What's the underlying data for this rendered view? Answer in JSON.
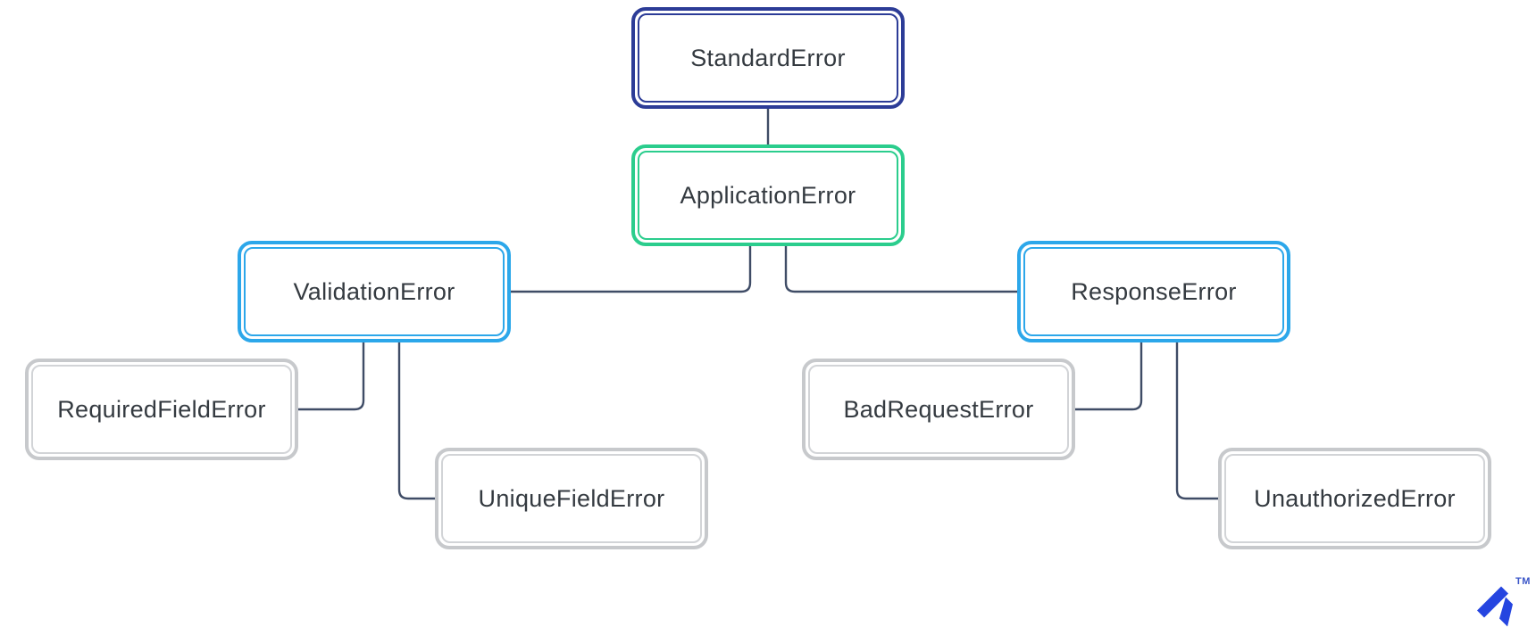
{
  "diagram": {
    "type": "class-hierarchy",
    "nodes": {
      "standard": {
        "label": "StandardError",
        "border_color": "#2c3c97"
      },
      "application": {
        "label": "ApplicationError",
        "border_color": "#2bcd8d"
      },
      "validation": {
        "label": "ValidationError",
        "border_color": "#2ca7ea"
      },
      "response": {
        "label": "ResponseError",
        "border_color": "#2ca7ea"
      },
      "required_field": {
        "label": "RequiredFieldError",
        "border_color": "#c7c9cc"
      },
      "unique_field": {
        "label": "UniqueFieldError",
        "border_color": "#c7c9cc"
      },
      "bad_request": {
        "label": "BadRequestError",
        "border_color": "#c7c9cc"
      },
      "unauthorized": {
        "label": "UnauthorizedError",
        "border_color": "#c7c9cc"
      }
    },
    "edges": [
      {
        "from": "StandardError",
        "to": "ApplicationError"
      },
      {
        "from": "ApplicationError",
        "to": "ValidationError"
      },
      {
        "from": "ApplicationError",
        "to": "ResponseError"
      },
      {
        "from": "ValidationError",
        "to": "RequiredFieldError"
      },
      {
        "from": "ValidationError",
        "to": "UniqueFieldError"
      },
      {
        "from": "ResponseError",
        "to": "BadRequestError"
      },
      {
        "from": "ResponseError",
        "to": "UnauthorizedError"
      }
    ],
    "edge_color": "#3f4c66",
    "text_color": "#343a40"
  },
  "branding": {
    "trademark": "TM",
    "logo_color": "#2545e0"
  }
}
